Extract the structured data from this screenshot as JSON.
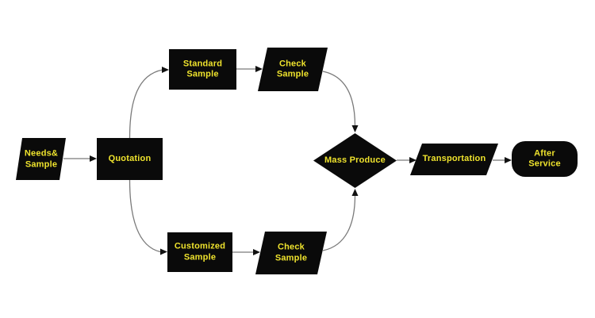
{
  "diagram": {
    "type": "flowchart",
    "colors": {
      "background": "#ffffff",
      "node_fill": "#0a0a0a",
      "label_text": "#efe32d",
      "connector": "#7a7a7a",
      "arrowhead": "#111111"
    },
    "nodes": [
      {
        "id": "needs-sample",
        "shape": "parallelogram",
        "label": "Needs&\nSample"
      },
      {
        "id": "quotation",
        "shape": "rectangle",
        "label": "Quotation"
      },
      {
        "id": "standard-sample",
        "shape": "rectangle",
        "label": "Standard\nSample"
      },
      {
        "id": "check-sample-top",
        "shape": "parallelogram",
        "label": "Check\nSample"
      },
      {
        "id": "customized-sample",
        "shape": "rectangle",
        "label": "Customized\nSample"
      },
      {
        "id": "check-sample-bottom",
        "shape": "parallelogram",
        "label": "Check\nSample"
      },
      {
        "id": "mass-produce",
        "shape": "diamond",
        "label": "Mass Produce"
      },
      {
        "id": "transportation",
        "shape": "parallelogram",
        "label": "Transportation"
      },
      {
        "id": "after-service",
        "shape": "rounded-rectangle",
        "label": "After Service"
      }
    ],
    "edges": [
      {
        "from": "needs-sample",
        "to": "quotation"
      },
      {
        "from": "quotation",
        "to": "standard-sample"
      },
      {
        "from": "quotation",
        "to": "customized-sample"
      },
      {
        "from": "standard-sample",
        "to": "check-sample-top"
      },
      {
        "from": "customized-sample",
        "to": "check-sample-bottom"
      },
      {
        "from": "check-sample-top",
        "to": "mass-produce"
      },
      {
        "from": "check-sample-bottom",
        "to": "mass-produce"
      },
      {
        "from": "mass-produce",
        "to": "transportation"
      },
      {
        "from": "transportation",
        "to": "after-service"
      }
    ]
  }
}
